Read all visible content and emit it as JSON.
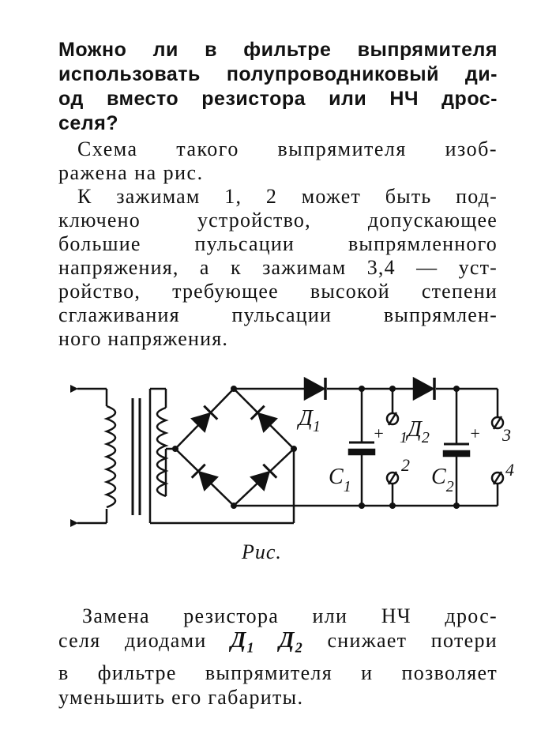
{
  "question": [
    "Можно ли в фильтре выпрямителя",
    "использовать полупроводниковый ди-",
    "од вместо резистора или НЧ дрос-",
    "селя?"
  ],
  "paragraph1": [
    "Схема такого выпрямителя изоб-",
    "ражена на рис."
  ],
  "paragraph2": [
    "К зажимам 1, 2 может быть под-",
    "ключено устройство, допускающее",
    "большие пульсации выпрямленного",
    "напряжения, а к зажимам 3,4 — уст-",
    "ройство, требующее высокой степени",
    "сглаживания пульсации выпрямлен-",
    "ного напряжения."
  ],
  "figure": {
    "caption": "Рис.",
    "labels": {
      "diode1_letter": "Д",
      "diode1_index": "1",
      "diode2_letter": "Д",
      "diode2_index": "2",
      "cap1_letter": "C",
      "cap1_index": "1",
      "cap2_letter": "C",
      "cap2_index": "2",
      "terminal1": "1",
      "terminal2": "2",
      "terminal3": "3",
      "terminal4": "4",
      "plus": "+"
    }
  },
  "paragraph3": {
    "line1": "Замена резистора или НЧ дрос-",
    "line2_before": "селя диодами",
    "d1_letter": "Д",
    "d1_index": "1",
    "d2_letter": "Д",
    "d2_index": "2",
    "line2_after": "снижает потери",
    "line3": "в фильтре выпрямителя и позволяет",
    "line4": "уменьшить его габариты."
  }
}
